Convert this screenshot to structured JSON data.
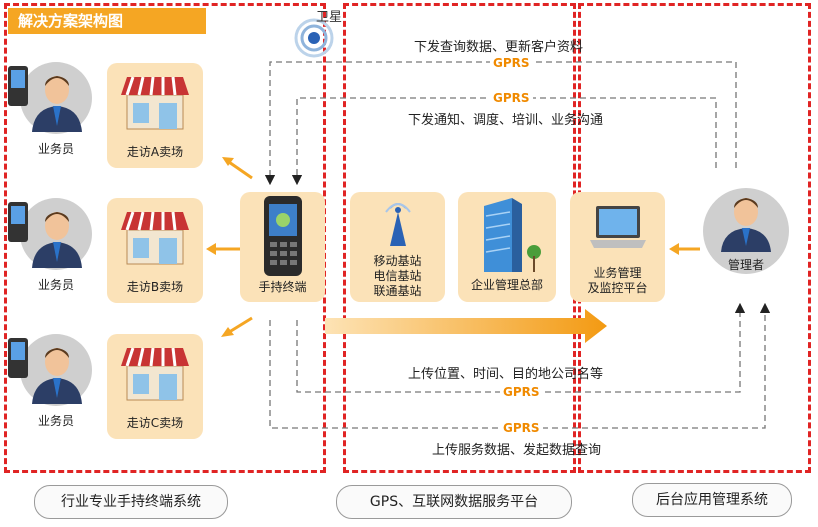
{
  "title": "解决方案架构图",
  "satellite_label": "卫星",
  "salesperson_label": "业务员",
  "stores": [
    "走访A卖场",
    "走访B卖场",
    "走访C卖场"
  ],
  "terminal_label": "手持终端",
  "base_station_labels": [
    "移动基站",
    "电信基站",
    "联通基站"
  ],
  "hq_label": "企业管理总部",
  "platform_labels": [
    "业务管理",
    "及监控平台"
  ],
  "manager_label": "管理者",
  "gprs_label": "GPRS",
  "flow_notes": {
    "top1": "下发查询数据、更新客户资料",
    "top2": "下发通知、调度、培训、业务沟通",
    "bottom1": "上传位置、时间、目的地公司名等",
    "bottom2": "上传服务数据、发起数据查询"
  },
  "regions": [
    "行业专业手持终端系统",
    "GPS、互联网数据服务平台",
    "后台应用管理系统"
  ],
  "colors": {
    "accent": "#f5a623",
    "region_border": "#e02424",
    "card": "#fbe2b8",
    "gprs": "#f08a00"
  }
}
